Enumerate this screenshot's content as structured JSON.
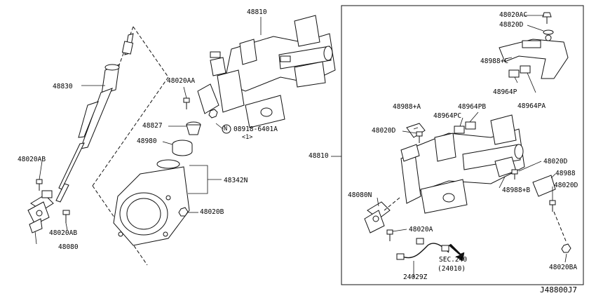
{
  "diagram": {
    "reference_code": "J48800J7",
    "labels": {
      "p48810_top": "48810",
      "p48830": "48830",
      "p48020AB_upper": "48020AB",
      "p48020AB_lower": "48020AB",
      "p48080": "48080",
      "p48020AA": "48020AA",
      "p48827": "48827",
      "p48980": "48980",
      "p48342N": "48342N",
      "p48020B": "48020B",
      "nut_symbol": "N",
      "nut_part": "08918-6401A",
      "nut_qty": "<1>",
      "p48810_right": "48810",
      "p48020AC": "48020AC",
      "p48820D": "48820D",
      "p48988C": "48988+C",
      "p48964P": "48964P",
      "p48964PA": "48964PA",
      "p48988A": "48988+A",
      "p48964PB": "48964PB",
      "p48964PC": "48964PC",
      "p48020D_left": "48020D",
      "p48020D_r1": "48020D",
      "p48988": "48988",
      "p48988B": "48988+B",
      "p48020D_r2": "48020D",
      "p48080N": "48080N",
      "p48020A": "48020A",
      "sec_ref": "SEC.240",
      "sec_sub": "(24010)",
      "p24029Z": "24029Z",
      "p48020BA": "48020BA"
    }
  }
}
